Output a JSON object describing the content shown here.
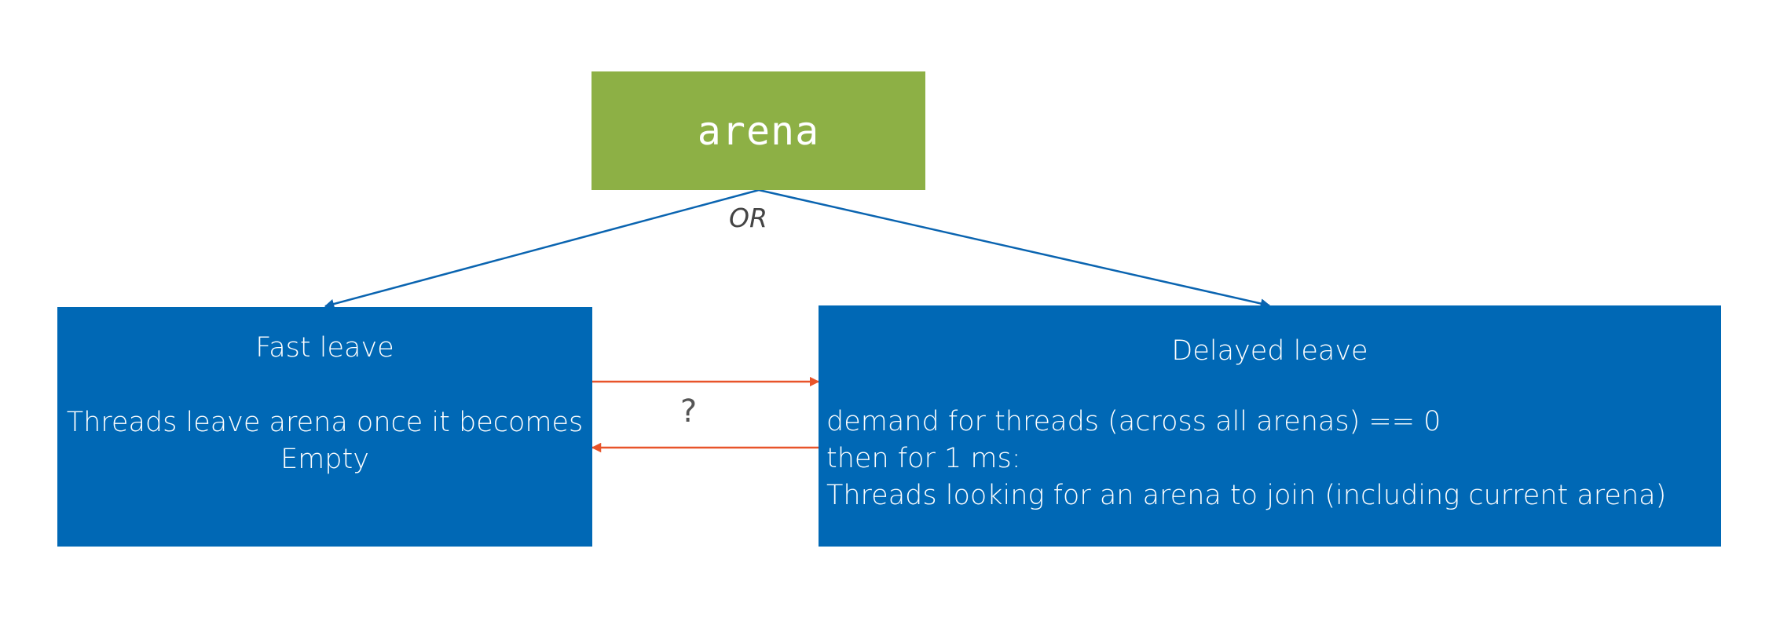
{
  "root": {
    "label": "arena"
  },
  "branch_label": "OR",
  "question_label": "?",
  "fast_leave": {
    "title": "Fast leave",
    "description_line1": "Threads leave arena once it becomes",
    "description_line2": "Empty"
  },
  "delayed_leave": {
    "title": "Delayed leave",
    "lines": [
      "demand for threads (across all arenas) == 0",
      "then for 1 ms:",
      "Threads looking for an arena to join (including current arena)"
    ]
  },
  "colors": {
    "root_fill": "#8db045",
    "box_fill": "#0068b5",
    "tree_connector": "#0a64b0",
    "transition_arrow": "#e8542a"
  }
}
